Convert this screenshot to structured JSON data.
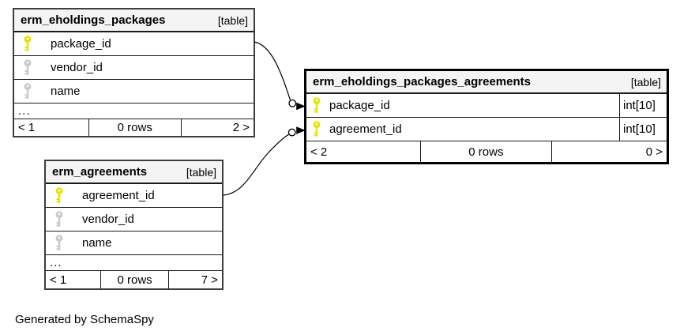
{
  "generator_note": "Generated by SchemaSpy",
  "colors": {
    "primary_key_icon": "#e4e400",
    "index_key_icon": "#c9c9c9",
    "table_header_bg": "#f4f4f4",
    "border": "#000000"
  },
  "tables": [
    {
      "name": "erm_eholdings_packages",
      "badge": "[table]",
      "columns": [
        {
          "name": "package_id",
          "key": "primary"
        },
        {
          "name": "vendor_id",
          "key": "index"
        },
        {
          "name": "name",
          "key": "index"
        }
      ],
      "ellipsis": "...",
      "footer": {
        "parents": "< 1",
        "rows": "0 rows",
        "children": "2 >"
      }
    },
    {
      "name": "erm_eholdings_packages_agreements",
      "badge": "[table]",
      "columns": [
        {
          "name": "package_id",
          "type": "int[10]",
          "key": "primary"
        },
        {
          "name": "agreement_id",
          "type": "int[10]",
          "key": "primary"
        }
      ],
      "footer": {
        "parents": "< 2",
        "rows": "0 rows",
        "children": "0 >"
      }
    },
    {
      "name": "erm_agreements",
      "badge": "[table]",
      "columns": [
        {
          "name": "agreement_id",
          "key": "primary"
        },
        {
          "name": "vendor_id",
          "key": "index"
        },
        {
          "name": "name",
          "key": "index"
        }
      ],
      "ellipsis": "...",
      "footer": {
        "parents": "< 1",
        "rows": "0 rows",
        "children": "7 >"
      }
    }
  ],
  "relationships": [
    {
      "from": "erm_eholdings_packages.package_id",
      "to": "erm_eholdings_packages_agreements.package_id"
    },
    {
      "from": "erm_agreements.agreement_id",
      "to": "erm_eholdings_packages_agreements.agreement_id"
    }
  ]
}
